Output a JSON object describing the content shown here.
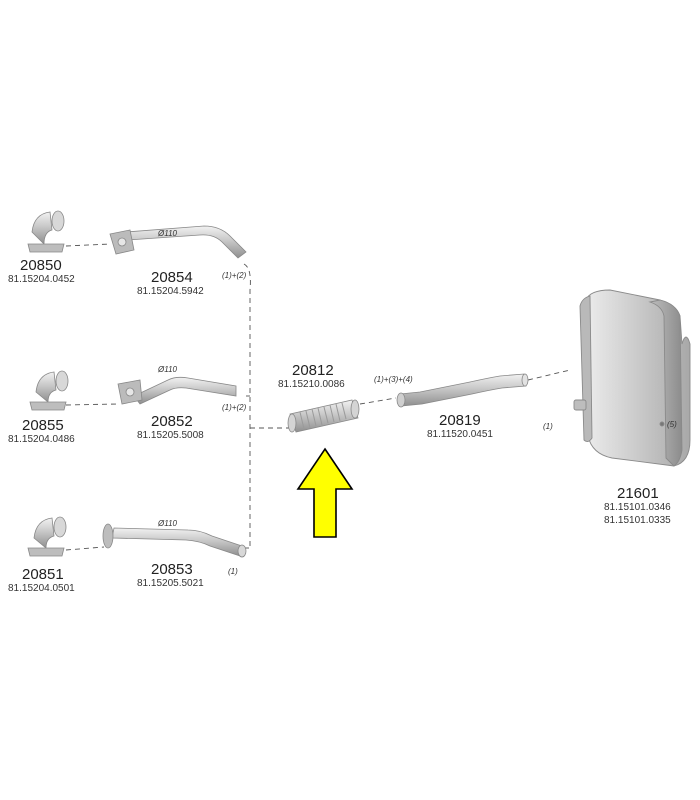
{
  "parts": {
    "p20850": {
      "number": "20850",
      "code": "81.15204.0452"
    },
    "p20854": {
      "number": "20854",
      "code": "81.15204.5942",
      "diameter": "Ø110",
      "note": "(1)+(2)"
    },
    "p20855": {
      "number": "20855",
      "code": "81.15204.0486"
    },
    "p20852": {
      "number": "20852",
      "code": "81.15205.5008",
      "diameter": "Ø110",
      "note": "(1)+(2)"
    },
    "p20851": {
      "number": "20851",
      "code": "81.15204.0501"
    },
    "p20853": {
      "number": "20853",
      "code": "81.15205.5021",
      "diameter": "Ø110",
      "note": "(1)"
    },
    "p20812": {
      "number": "20812",
      "code": "81.15210.0086"
    },
    "p20819": {
      "number": "20819",
      "code": "81.11520.0451",
      "note_top": "(1)+(3)+(4)",
      "note_right": "(1)"
    },
    "p21601": {
      "number": "21601",
      "code1": "81.15101.0346",
      "code2": "81.15101.0335",
      "note": "(5)"
    }
  },
  "colors": {
    "part_fill": "#c9c9c9",
    "part_stroke": "#8a8a8a",
    "arrow_fill": "#ffff00",
    "arrow_stroke": "#000000",
    "leader": "#555555"
  },
  "highlight_arrow": {
    "icon": "up-arrow-icon",
    "target": "20812"
  }
}
